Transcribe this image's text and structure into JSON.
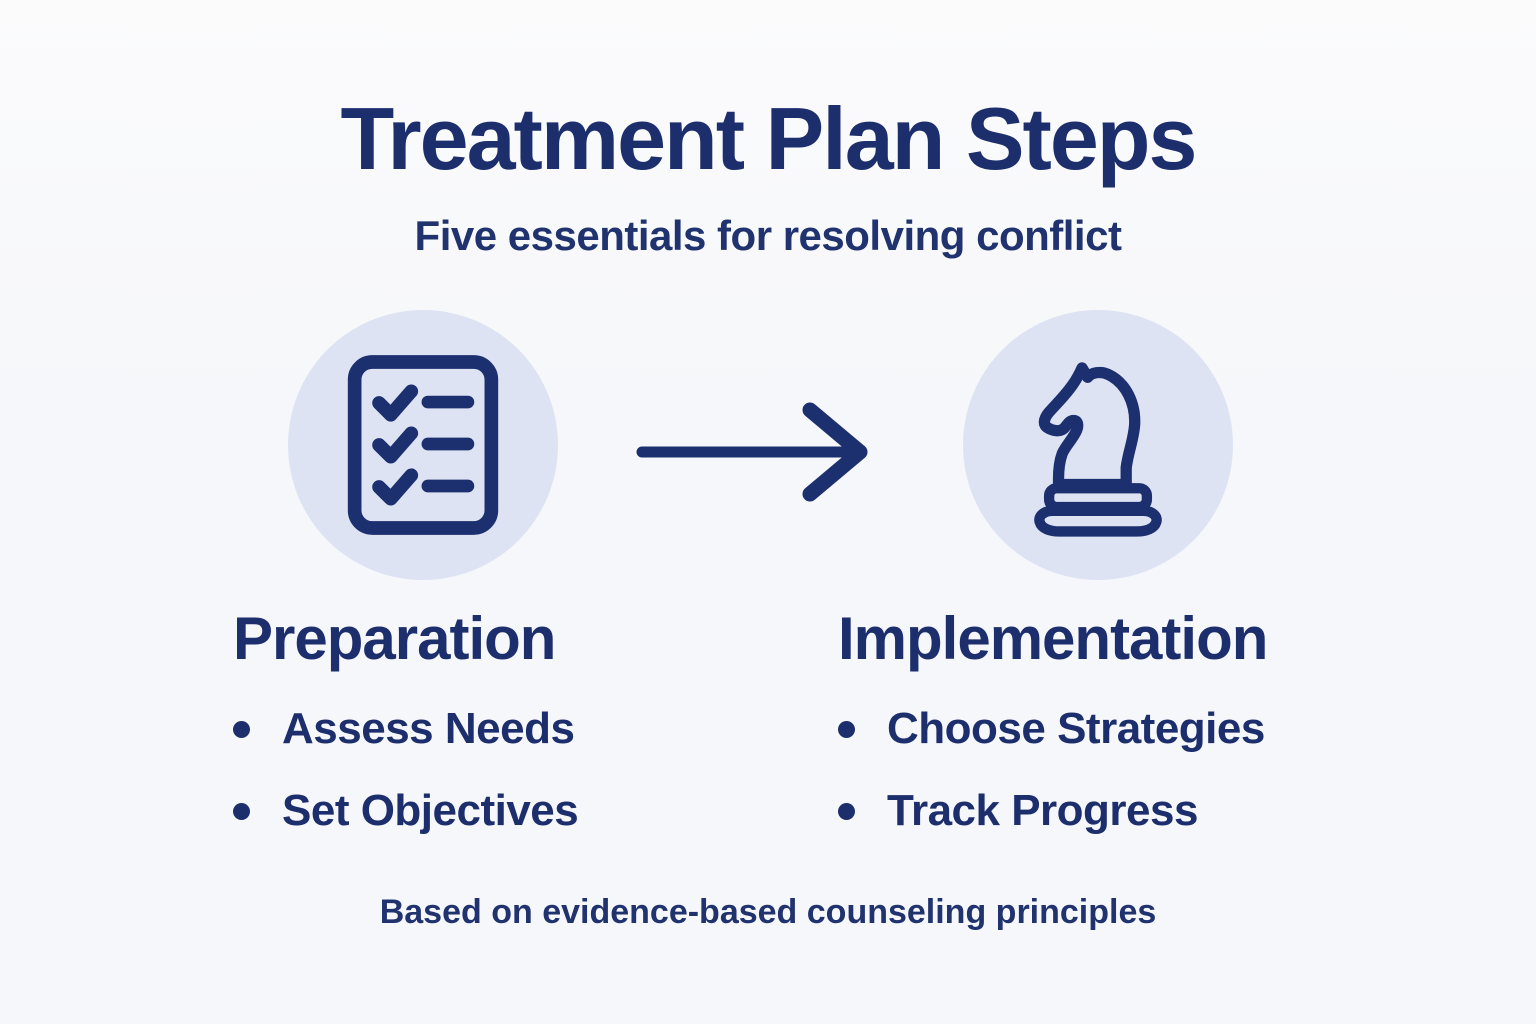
{
  "title": "Treatment Plan Steps",
  "subtitle": "Five essentials for resolving conflict",
  "footer": "Based on evidence-based counseling principles",
  "colors": {
    "background": "#f7f8fa",
    "navy_text": "#1d2e6d",
    "circle_fill": "#dde3f3",
    "icon_stroke": "#1c2f6e"
  },
  "arrow": {
    "direction": "right",
    "icon": "arrow-right-icon"
  },
  "steps": [
    {
      "heading": "Preparation",
      "icon": "checklist-icon",
      "bullets": [
        "Assess Needs",
        "Set Objectives"
      ]
    },
    {
      "heading": "Implementation",
      "icon": "chess-knight-icon",
      "bullets": [
        "Choose Strategies",
        "Track Progress"
      ]
    }
  ]
}
